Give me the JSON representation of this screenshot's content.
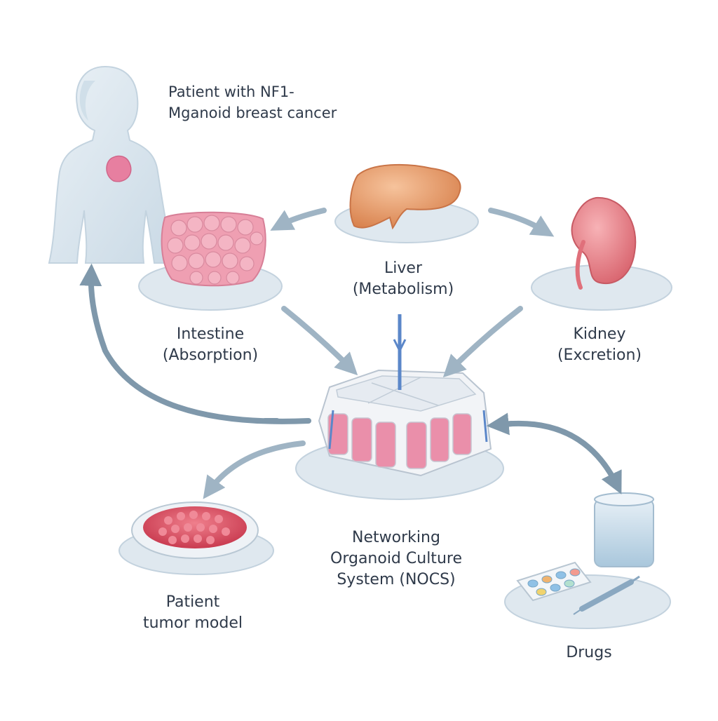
{
  "labels": {
    "patient": [
      "Patient with NF1-",
      "Mganoid breast cancer"
    ],
    "liver": [
      "Liver",
      "(Metabolism)"
    ],
    "intestine": [
      "Intestine",
      "(Absorption)"
    ],
    "kidney": [
      "Kidney",
      "(Excretion)"
    ],
    "nocs": [
      "Networking",
      "Organoid Culture",
      "System (NOCS)"
    ],
    "tumor": [
      "Patient",
      "tumor model"
    ],
    "drugs": [
      "Drugs"
    ]
  },
  "colors": {
    "platform": "#dfe8ef",
    "platform_edge": "#c3d2de",
    "arrow": "#9fb4c4",
    "arrow_dark": "#7f98ab",
    "body": "#d9e6ef",
    "breast": "#e77fa0",
    "liver": "#e8a172",
    "kidney": "#e98b93",
    "intestine": "#ef9fb2",
    "tumor": "#e2576a",
    "chip": "#f2f4f7",
    "chip_well": "#ea8faa",
    "channel": "#5b87c9",
    "flask": "#c9dceb"
  }
}
